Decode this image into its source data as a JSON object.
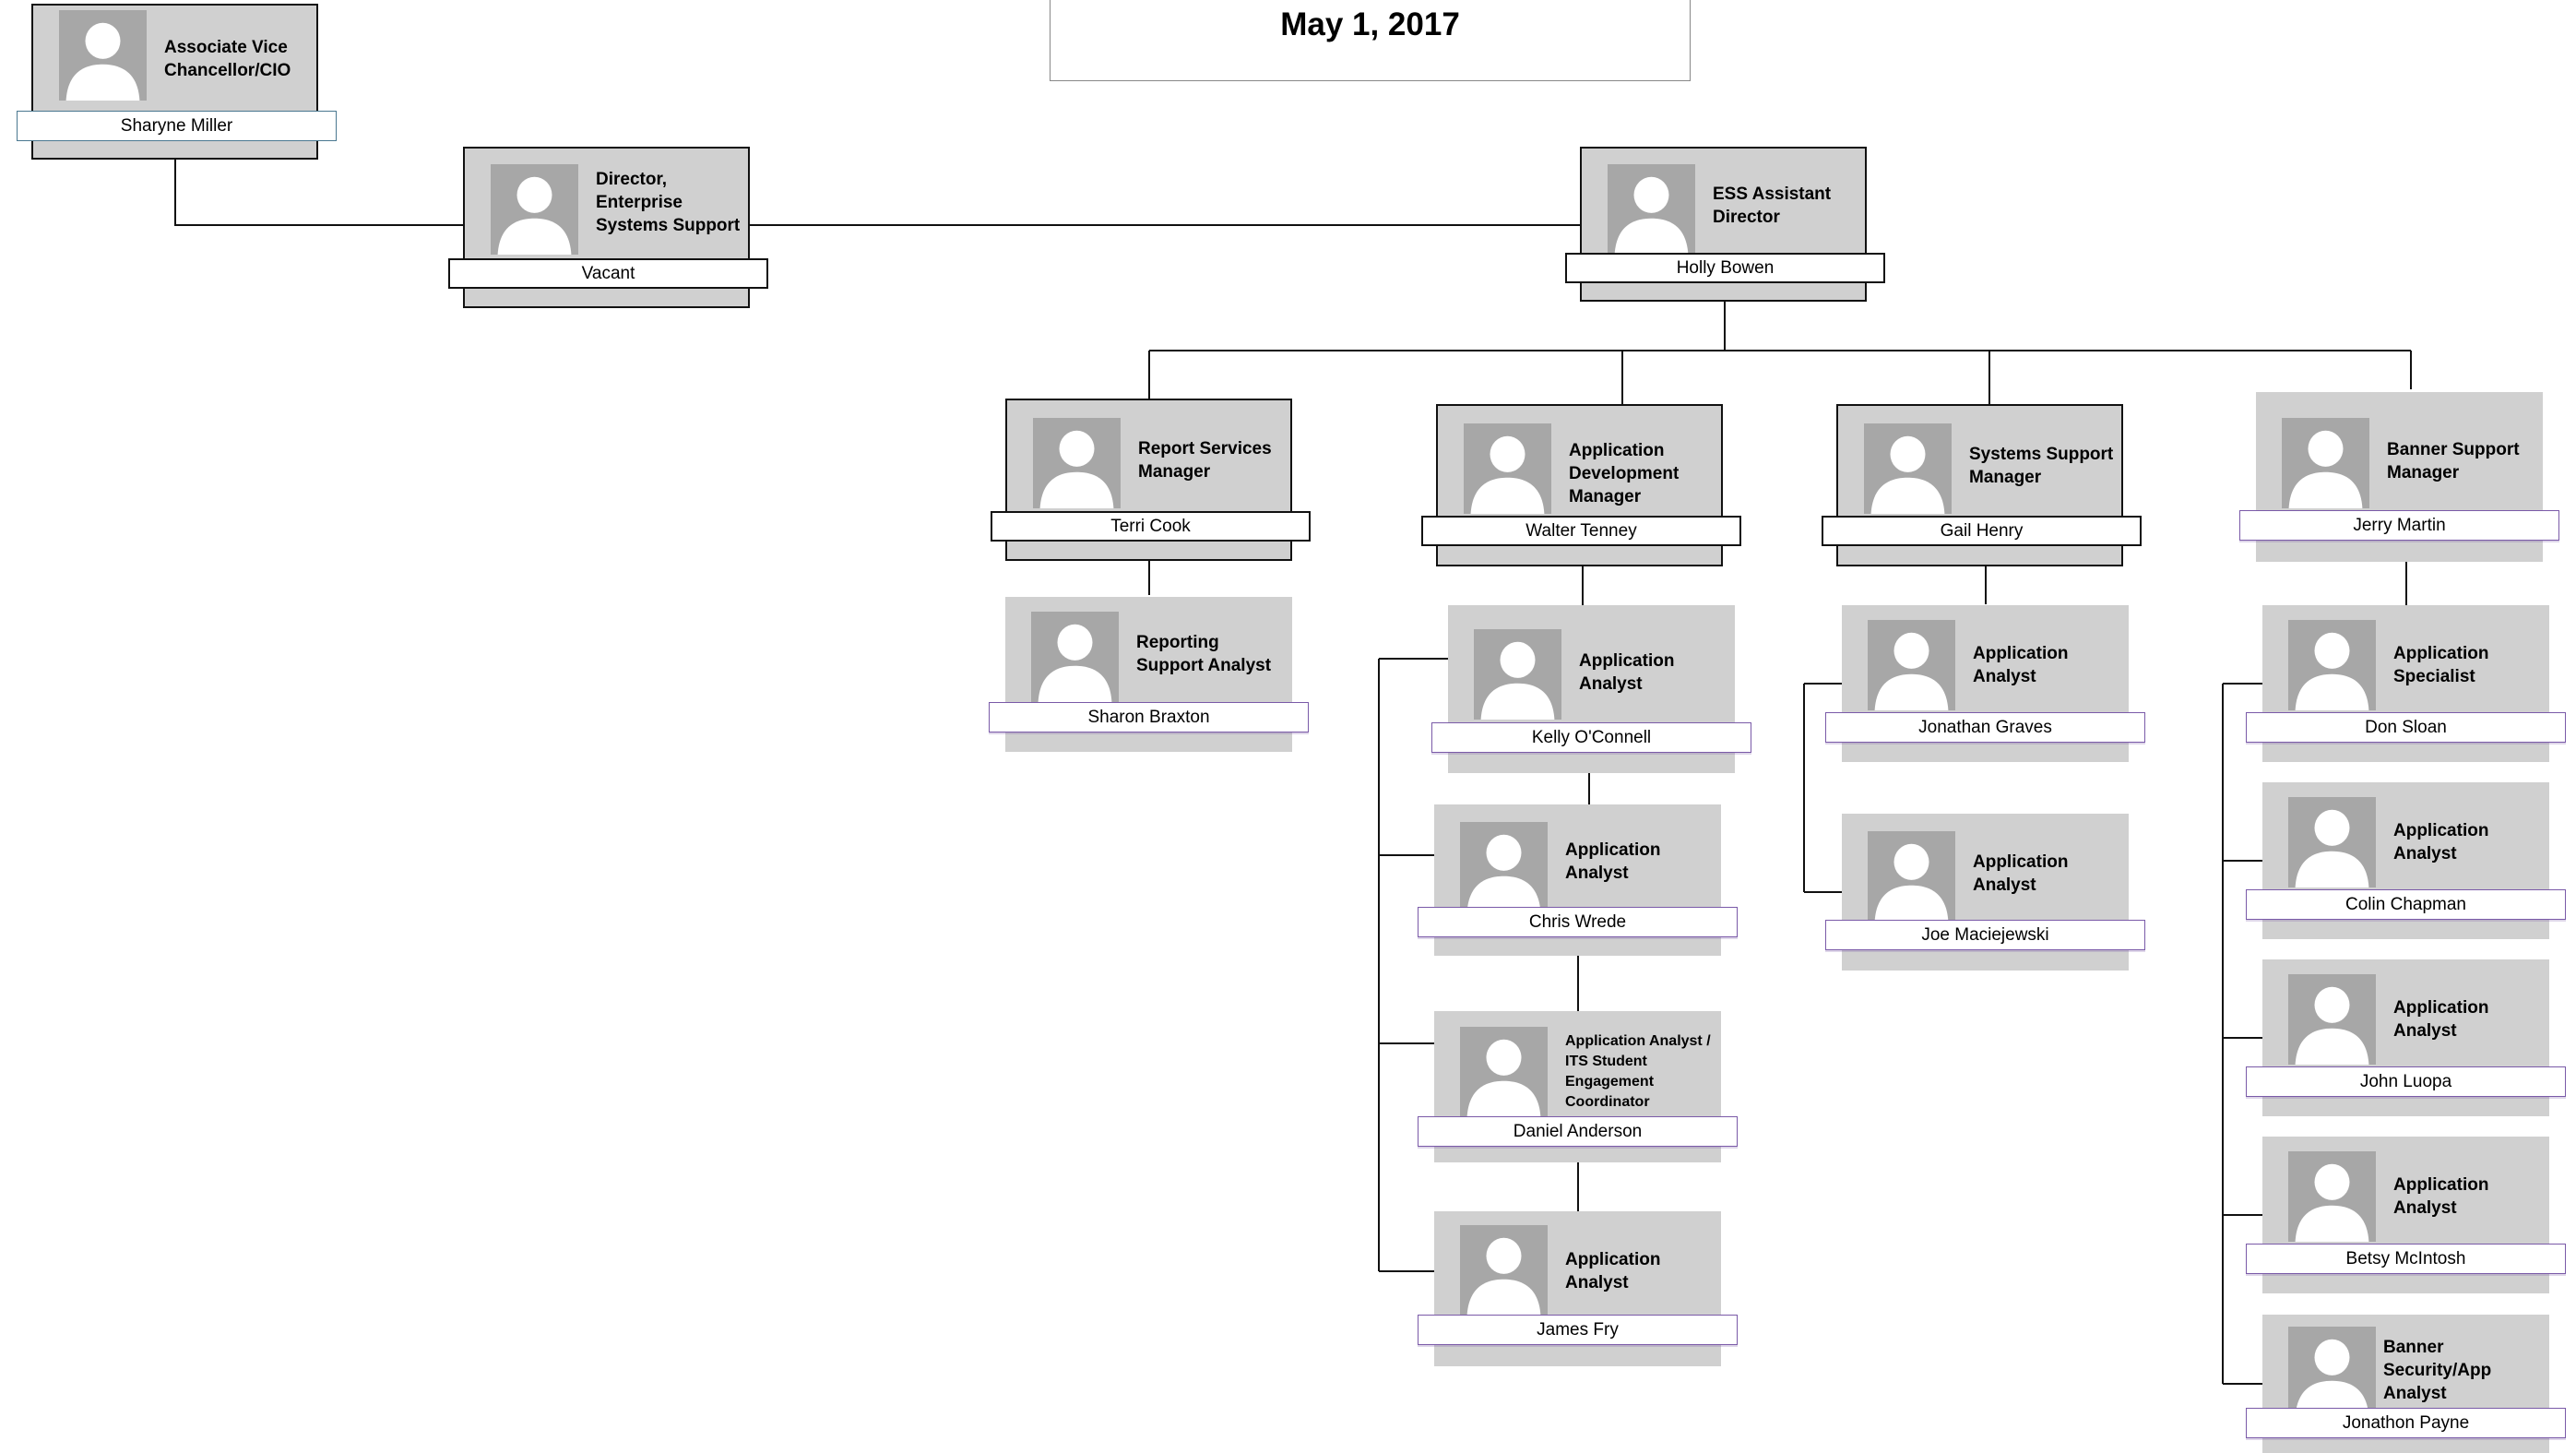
{
  "chart": {
    "date": "May 1, 2017",
    "positions": [
      {
        "title": "Associate Vice Chancellor/CIO",
        "name": "Sharyne Miller"
      },
      {
        "title": "Director, Enterprise Systems Support",
        "name": "Vacant"
      },
      {
        "title": "ESS Assistant Director",
        "name": "Holly Bowen"
      },
      {
        "title": "Report Services Manager",
        "name": "Terri Cook"
      },
      {
        "title": "Application Development Manager",
        "name": "Walter Tenney"
      },
      {
        "title": "Systems Support Manager",
        "name": "Gail Henry"
      },
      {
        "title": "Banner Support Manager",
        "name": "Jerry Martin"
      },
      {
        "title": "Reporting Support Analyst",
        "name": "Sharon Braxton"
      },
      {
        "title": "Application Analyst",
        "name": "Kelly O'Connell"
      },
      {
        "title": "Application Analyst",
        "name": "Chris Wrede"
      },
      {
        "title": "Application Analyst / ITS Student Engagement Coordinator",
        "name": "Daniel Anderson"
      },
      {
        "title": "Application Analyst",
        "name": "James Fry"
      },
      {
        "title": "Application Analyst",
        "name": "Jonathan Graves"
      },
      {
        "title": "Application Analyst",
        "name": "Joe Maciejewski"
      },
      {
        "title": "Application Specialist",
        "name": "Don Sloan"
      },
      {
        "title": "Application Analyst",
        "name": "Colin Chapman"
      },
      {
        "title": "Application Analyst",
        "name": "John Luopa"
      },
      {
        "title": "Application Analyst",
        "name": "Betsy McIntosh"
      },
      {
        "title": "Banner Security/App Analyst",
        "name": "Jonathon Payne"
      }
    ]
  }
}
